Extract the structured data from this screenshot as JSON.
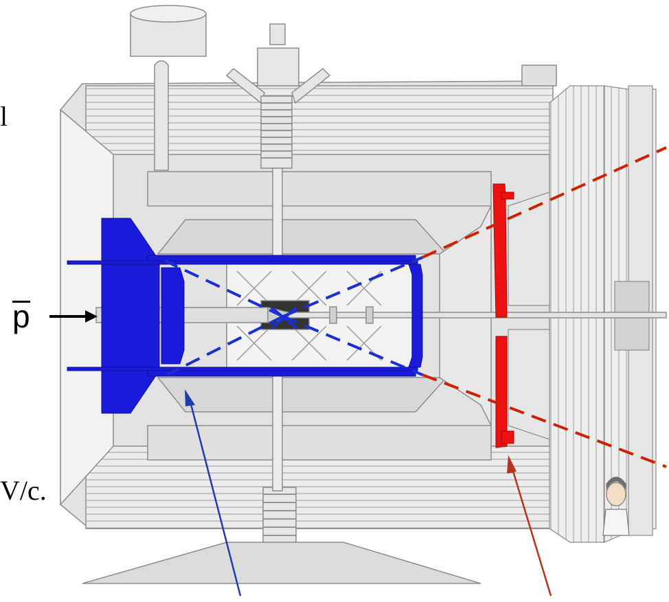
{
  "labels": {
    "particle": "p",
    "edge_text_top": "l",
    "edge_text_bottom": "V/c."
  },
  "colors": {
    "inner_detector": "#1a1adb",
    "forward_detector": "#ee1111",
    "dashed_red": "#cc2200",
    "dashed_blue": "#1b2fd0",
    "arrow_blue": "#1f3bb0",
    "arrow_red": "#b8321e",
    "structure_fill": "#e8e8e8",
    "structure_line": "#8c8c8c"
  },
  "icons": {
    "particle_arrow": "right-arrow-icon",
    "person": "person-icon"
  }
}
